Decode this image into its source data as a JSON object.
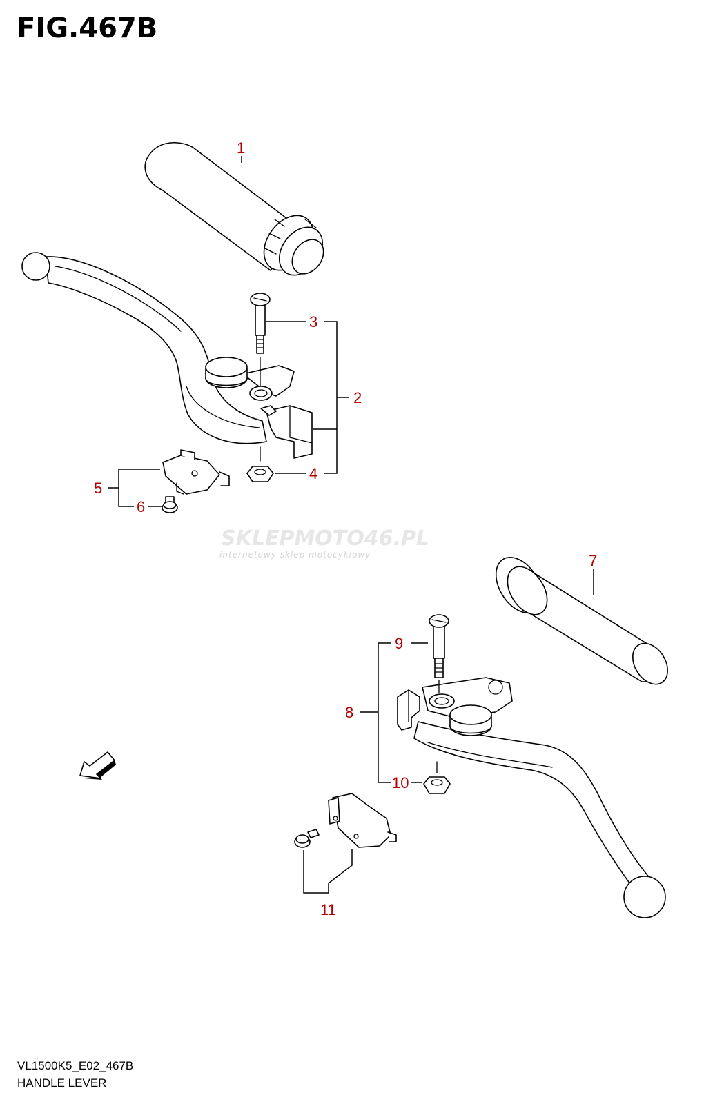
{
  "figure_title": "FIG.467B",
  "watermark": {
    "brand": "SKLEPMOTO46.PL",
    "tagline": "internetowy sklep motocyklowy"
  },
  "callouts": [
    "1",
    "2",
    "3",
    "4",
    "5",
    "6",
    "7",
    "8",
    "9",
    "10",
    "11"
  ],
  "footer": {
    "model_code": "VL1500K5_E02_467B",
    "section_name": "HANDLE LEVER"
  },
  "colors": {
    "callout": "#b30000",
    "line": "#000000"
  },
  "icons": {
    "direction": "front-direction-arrow-icon"
  }
}
